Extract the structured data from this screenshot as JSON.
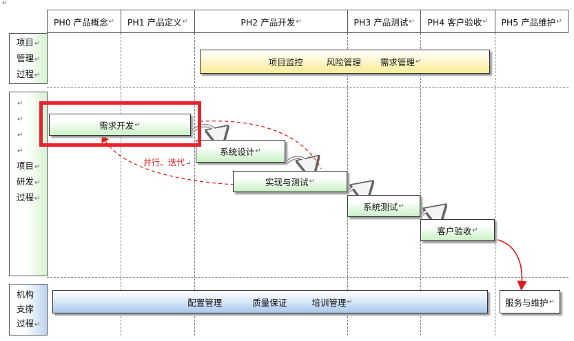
{
  "corner_mark": "↵",
  "return_mark": "↵",
  "phases": [
    "PH0 产品概念",
    "PH1 产品定义",
    "PH2 产品开发",
    "PH3 产品测试",
    "PH4 客户验收",
    "PH5 产品维护"
  ],
  "rows": {
    "management": [
      "项目",
      "管理",
      "过程"
    ],
    "rnd_blank": [
      "",
      "",
      "",
      ""
    ],
    "rnd": [
      "项目",
      "研发",
      "过程"
    ],
    "support": [
      "机构",
      "支撑",
      "过程"
    ]
  },
  "management_box": [
    "项目监控",
    "风险管理",
    "需求管理"
  ],
  "rnd_steps": [
    "需求开发",
    "系统设计",
    "实现与测试",
    "系统测试",
    "客户验收"
  ],
  "iteration_label": "并行、迭代",
  "support_box": [
    "配置管理",
    "质量保证",
    "培训管理"
  ],
  "service_box": "服务与维护",
  "colors": {
    "highlight": "#e8232f",
    "iteration_arrow": "#dd1e1e",
    "step_fill": "#c9f2c5",
    "management_fill": "#f9ec95",
    "support_fill": "#a8c8ec"
  }
}
